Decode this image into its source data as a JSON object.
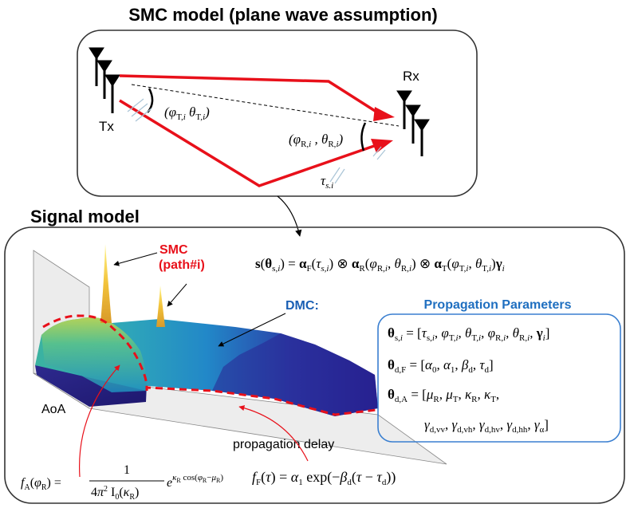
{
  "titles": {
    "smc_model": "SMC model (plane wave assumption)",
    "signal_model": "Signal model"
  },
  "labels": {
    "tx": "Tx",
    "rx": "Rx",
    "tx_angles": "(φT,i θT,i)",
    "rx_angles": "(φR,i , θR,i)",
    "delay": "τs.i",
    "smc_line1": "SMC",
    "smc_line2": "(path#i)",
    "dmc": "DMC:",
    "aoa": "AoA",
    "propagation_delay": "propagation delay",
    "propagation_parameters": "Propagation Parameters"
  },
  "equations": {
    "signal": "s(θs,i) = αF(τs,i) ⊗ αR(φR,i, θR,i) ⊗ αT(φT,i, θT,i) γi",
    "theta_s": "θs,i = [τs,i, φT,i, θT,i, φR,i, θR,i, γi]",
    "theta_dF": "θd,F = [α0, α1, βd, τd]",
    "theta_dA_line1": "θd,A = [μR, μT, κR, κT,",
    "theta_dA_line2": "γd,vv, γd,vh, γd,hv, γd,hh, γα]",
    "fA": "fA(φR) = 1 / (4π² I0(κR)) · e^(κR cos(φR − μR))",
    "fF": "fF(τ) = α1 exp(−βd(τ − τd))"
  },
  "colors": {
    "red_path": "#e8101a",
    "blue_heading": "#1f6fc0",
    "dmc_blue": "#1a5fb4",
    "box_border": "#333333",
    "param_box_border": "#3a7fd0"
  }
}
